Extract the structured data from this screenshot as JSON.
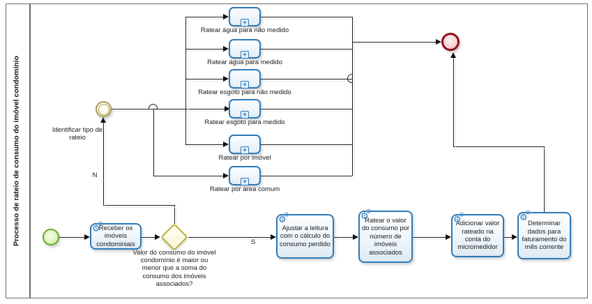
{
  "pool": {
    "title": "Processo de rateio de consumo  do imóvel condomínio"
  },
  "flow_labels": {
    "no": "N",
    "yes": "S"
  },
  "events": {
    "intermediate": {
      "label": "Identificar tipo de rateio"
    }
  },
  "gateway": {
    "question": "Valor do consumo do imóvel condomínio é maior ou menor que a soma do consumo dos imóveis associados?"
  },
  "subprocesses": [
    {
      "label": "Ratear água para não medido"
    },
    {
      "label": "Ratear água para medido"
    },
    {
      "label": "Ratear esgoto para não medido"
    },
    {
      "label": "Ratear esgoto para medido"
    },
    {
      "label": "Ratear por imóvel"
    },
    {
      "label": "Ratear por área comum"
    }
  ],
  "tasks": {
    "receber": "Receber os imóveis condominiais",
    "ajustar": "Ajustar a leitura com o cálculo do consumo perdido",
    "ratear_valor": "Ratear o valor do consumo por número de imóveis associados",
    "adicionar": "Adicionar valor rateado na conta do micromedidor",
    "determinar": "Determinar dados para faturamento do mês corrente"
  },
  "icons": {
    "gear": "⚙",
    "subprocess_plus": "+"
  },
  "colors": {
    "task_border_blue": "#2a79b8",
    "start_green": "#66a822",
    "end_red": "#8e1014",
    "intermediate_olive": "#a49c54",
    "gateway_yellow": "#b7b23c"
  }
}
